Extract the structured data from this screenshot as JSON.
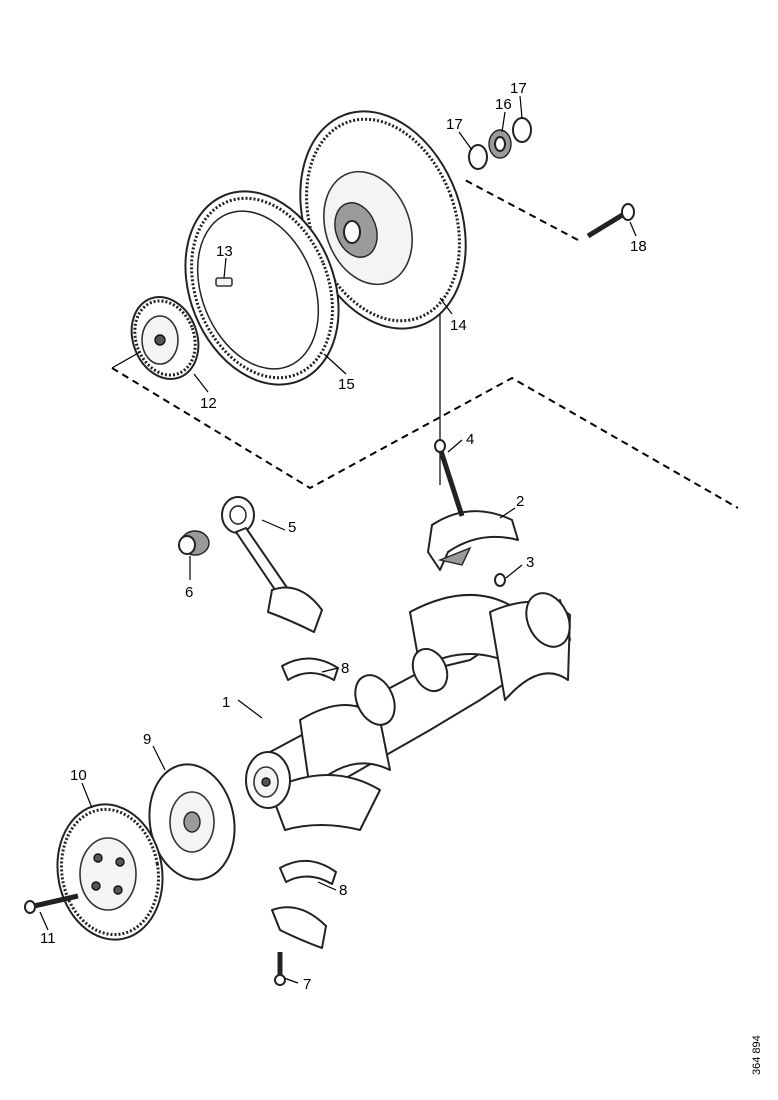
{
  "labels": {
    "p1": "1",
    "p2": "2",
    "p3": "3",
    "p4": "4",
    "p5": "5",
    "p6": "6",
    "p7": "7",
    "p8a": "8",
    "p8b": "8",
    "p9": "9",
    "p10": "10",
    "p11": "11",
    "p12": "12",
    "p13": "13",
    "p14": "14",
    "p15": "15",
    "p16": "16",
    "p17a": "17",
    "p17b": "17",
    "p18": "18"
  },
  "reference_code": "364 894"
}
